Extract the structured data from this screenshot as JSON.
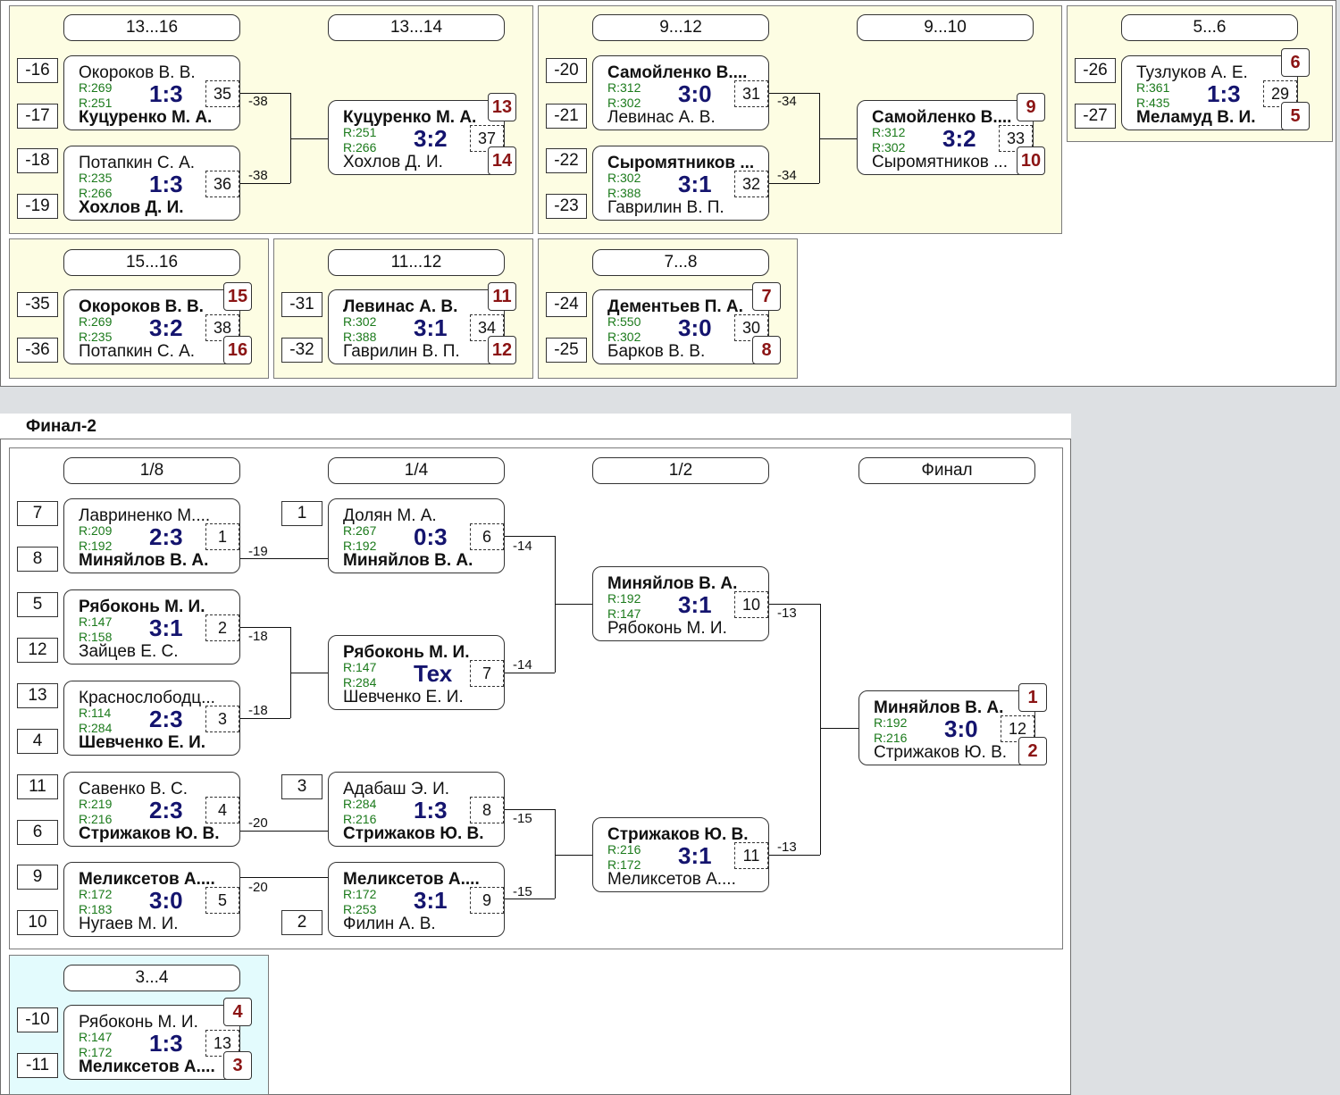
{
  "section2_title": "Финал-2",
  "placement": {
    "groups": [
      {
        "rounds": [
          {
            "title": "13...16",
            "matches": [
              {
                "num": "35",
                "p1": "Окороков В. В.",
                "r1": "R:269",
                "p2": "Куцуренко М. А.",
                "r2": "R:251",
                "score": "1:3",
                "winner": 2,
                "s1": "-16",
                "s2": "-17",
                "loser": "-38"
              },
              {
                "num": "36",
                "p1": "Потапкин С. А.",
                "r1": "R:235",
                "p2": "Хохлов Д. И.",
                "r2": "R:266",
                "score": "1:3",
                "winner": 2,
                "s1": "-18",
                "s2": "-19",
                "loser": "-38"
              }
            ]
          },
          {
            "title": "13...14",
            "matches": [
              {
                "num": "37",
                "p1": "Куцуренко М. А.",
                "r1": "R:251",
                "p2": "Хохлов Д. И.",
                "r2": "R:266",
                "score": "3:2",
                "winner": 1,
                "place1": "13",
                "place2": "14"
              }
            ]
          }
        ]
      },
      {
        "rounds": [
          {
            "title": "9...12",
            "matches": [
              {
                "num": "31",
                "p1": "Самойленко В....",
                "r1": "R:312",
                "p2": "Левинас А. В.",
                "r2": "R:302",
                "score": "3:0",
                "winner": 1,
                "s1": "-20",
                "s2": "-21",
                "loser": "-34"
              },
              {
                "num": "32",
                "p1": "Сыромятников ...",
                "r1": "R:302",
                "p2": "Гаврилин В. П.",
                "r2": "R:388",
                "score": "3:1",
                "winner": 1,
                "s1": "-22",
                "s2": "-23",
                "loser": "-34"
              }
            ]
          },
          {
            "title": "9...10",
            "matches": [
              {
                "num": "33",
                "p1": "Самойленко В....",
                "r1": "R:312",
                "p2": "Сыромятников ...",
                "r2": "R:302",
                "score": "3:2",
                "winner": 1,
                "place1": "9",
                "place2": "10"
              }
            ]
          }
        ]
      },
      {
        "rounds": [
          {
            "title": "5...6",
            "matches": [
              {
                "num": "29",
                "p1": "Тузлуков А. Е.",
                "r1": "R:361",
                "p2": "Меламуд В. И.",
                "r2": "R:435",
                "score": "1:3",
                "winner": 2,
                "s1": "-26",
                "s2": "-27",
                "place1": "6",
                "place2": "5"
              }
            ]
          }
        ]
      },
      {
        "rounds": [
          {
            "title": "15...16",
            "matches": [
              {
                "num": "38",
                "p1": "Окороков В. В.",
                "r1": "R:269",
                "p2": "Потапкин С. А.",
                "r2": "R:235",
                "score": "3:2",
                "winner": 1,
                "s1": "-35",
                "s2": "-36",
                "place1": "15",
                "place2": "16"
              }
            ]
          }
        ]
      },
      {
        "rounds": [
          {
            "title": "11...12",
            "matches": [
              {
                "num": "34",
                "p1": "Левинас А. В.",
                "r1": "R:302",
                "p2": "Гаврилин В. П.",
                "r2": "R:388",
                "score": "3:1",
                "winner": 1,
                "s1": "-31",
                "s2": "-32",
                "place1": "11",
                "place2": "12"
              }
            ]
          }
        ]
      },
      {
        "rounds": [
          {
            "title": "7...8",
            "matches": [
              {
                "num": "30",
                "p1": "Дементьев П. А.",
                "r1": "R:550",
                "p2": "Барков В. В.",
                "r2": "R:302",
                "score": "3:0",
                "winner": 1,
                "s1": "-24",
                "s2": "-25",
                "place1": "7",
                "place2": "8"
              }
            ]
          }
        ]
      }
    ]
  },
  "final2": {
    "rounds": [
      {
        "title": "1/8",
        "matches": [
          {
            "num": "1",
            "p1": "Лавриненко М....",
            "r1": "R:209",
            "p2": "Миняйлов В. А.",
            "r2": "R:192",
            "score": "2:3",
            "winner": 2,
            "s1": "7",
            "s2": "8",
            "loser": "-19"
          },
          {
            "num": "2",
            "p1": "Рябоконь М. И.",
            "r1": "R:147",
            "p2": "Зайцев Е. С.",
            "r2": "R:158",
            "score": "3:1",
            "winner": 1,
            "s1": "5",
            "s2": "12",
            "loser": "-18"
          },
          {
            "num": "3",
            "p1": "Краснослободц...",
            "r1": "R:114",
            "p2": "Шевченко Е. И.",
            "r2": "R:284",
            "score": "2:3",
            "winner": 2,
            "s1": "13",
            "s2": "4",
            "loser": "-18"
          },
          {
            "num": "4",
            "p1": "Савенко В. С.",
            "r1": "R:219",
            "p2": "Стрижаков Ю. В.",
            "r2": "R:216",
            "score": "2:3",
            "winner": 2,
            "s1": "11",
            "s2": "6",
            "loser": "-20"
          },
          {
            "num": "5",
            "p1": "Меликсетов А....",
            "r1": "R:172",
            "p2": "Нугаев М. И.",
            "r2": "R:183",
            "score": "3:0",
            "winner": 1,
            "s1": "9",
            "s2": "10",
            "loser": "-20"
          }
        ]
      },
      {
        "title": "1/4",
        "matches": [
          {
            "num": "6",
            "p1": "Долян М. А.",
            "r1": "R:267",
            "p2": "Миняйлов В. А.",
            "r2": "R:192",
            "score": "0:3",
            "winner": 2,
            "s1": "1",
            "loser": "-14"
          },
          {
            "num": "7",
            "p1": "Рябоконь М. И.",
            "r1": "R:147",
            "p2": "Шевченко Е. И.",
            "r2": "R:284",
            "score": "Тех",
            "winner": 1,
            "loser": "-14"
          },
          {
            "num": "8",
            "p1": "Адабаш Э. И.",
            "r1": "R:284",
            "p2": "Стрижаков Ю. В.",
            "r2": "R:216",
            "score": "1:3",
            "winner": 2,
            "s1": "3",
            "loser": "-15"
          },
          {
            "num": "9",
            "p1": "Меликсетов А....",
            "r1": "R:172",
            "p2": "Филин А. В.",
            "r2": "R:253",
            "score": "3:1",
            "winner": 1,
            "s2": "2",
            "loser": "-15"
          }
        ]
      },
      {
        "title": "1/2",
        "matches": [
          {
            "num": "10",
            "p1": "Миняйлов В. А.",
            "r1": "R:192",
            "p2": "Рябоконь М. И.",
            "r2": "R:147",
            "score": "3:1",
            "winner": 1,
            "loser": "-13"
          },
          {
            "num": "11",
            "p1": "Стрижаков Ю. В.",
            "r1": "R:216",
            "p2": "Меликсетов А....",
            "r2": "R:172",
            "score": "3:1",
            "winner": 1,
            "loser": "-13"
          }
        ]
      },
      {
        "title": "Финал",
        "matches": [
          {
            "num": "12",
            "p1": "Миняйлов В. А.",
            "r1": "R:192",
            "p2": "Стрижаков Ю. В.",
            "r2": "R:216",
            "score": "3:0",
            "winner": 1,
            "place1": "1",
            "place2": "2"
          }
        ]
      }
    ]
  },
  "third": {
    "title": "3...4",
    "match": {
      "num": "13",
      "p1": "Рябоконь М. И.",
      "r1": "R:147",
      "p2": "Меликсетов А....",
      "r2": "R:172",
      "score": "1:3",
      "winner": 2,
      "s1": "-10",
      "s2": "-11",
      "place1": "4",
      "place2": "3"
    }
  },
  "colors": {
    "group_bg": "#fdfde3",
    "third_bg": "#e3fbfd",
    "score": "#14146e",
    "rating": "#1b7a1b",
    "place": "#8b1414"
  }
}
